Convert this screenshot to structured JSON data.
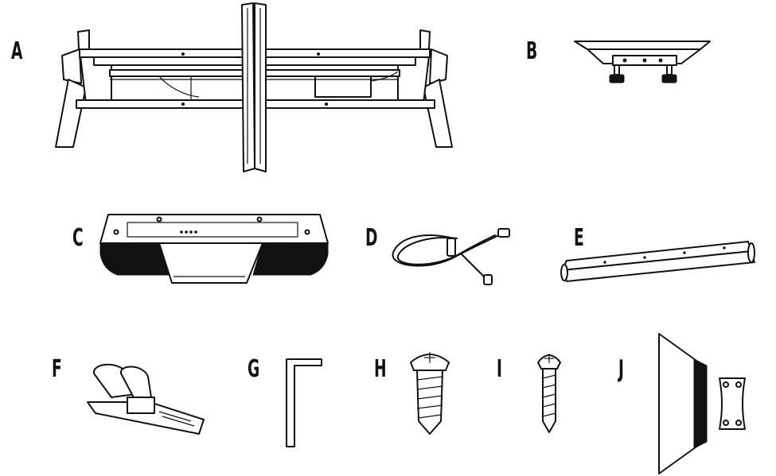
{
  "parts": [
    {
      "letter": "A",
      "name": "desk-frame"
    },
    {
      "letter": "B",
      "name": "leveling-foot-bracket"
    },
    {
      "letter": "C",
      "name": "control-box"
    },
    {
      "letter": "D",
      "name": "power-cord"
    },
    {
      "letter": "E",
      "name": "cable-tray"
    },
    {
      "letter": "F",
      "name": "cable-tie"
    },
    {
      "letter": "G",
      "name": "hex-key"
    },
    {
      "letter": "H",
      "name": "large-screw"
    },
    {
      "letter": "I",
      "name": "small-screw"
    },
    {
      "letter": "J",
      "name": "mounting-plate"
    }
  ]
}
